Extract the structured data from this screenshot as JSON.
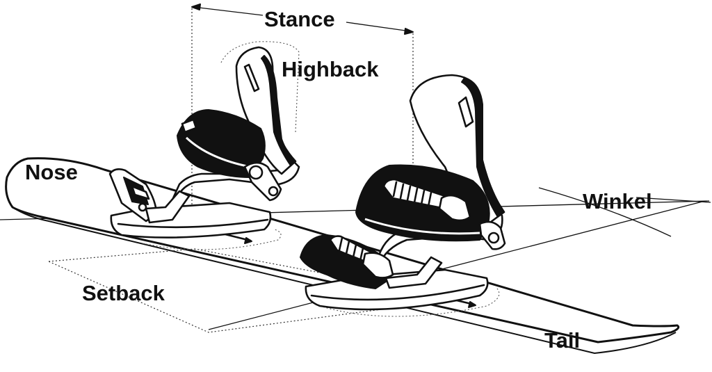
{
  "labels": {
    "stance": "Stance",
    "highback": "Highback",
    "nose": "Nose",
    "winkel": "Winkel",
    "setback": "Setback",
    "tail": "Tail"
  },
  "colors": {
    "ink": "#111111",
    "background": "#ffffff"
  }
}
